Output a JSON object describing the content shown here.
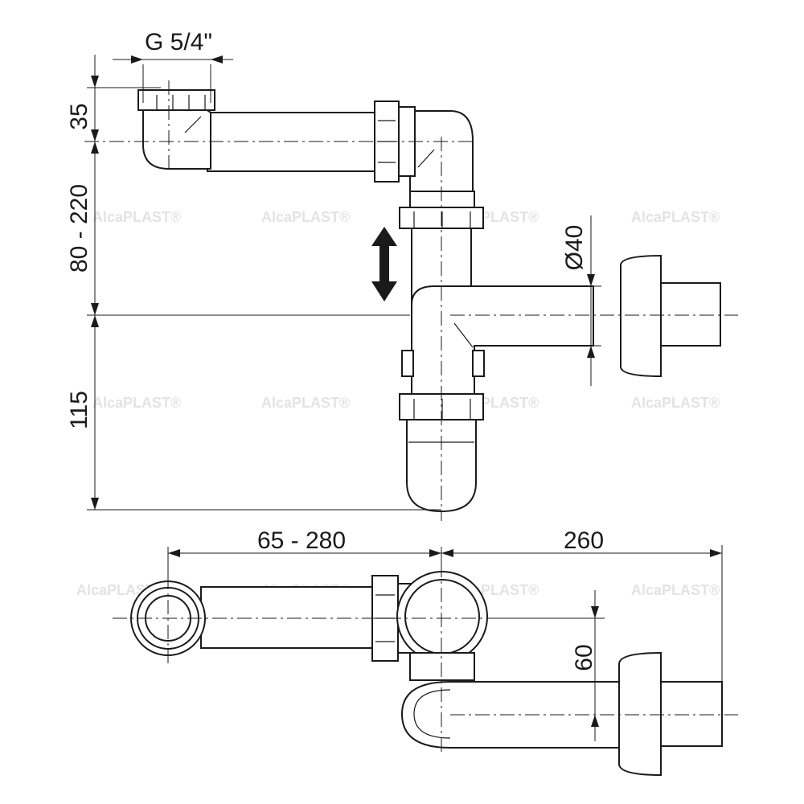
{
  "dimensions": {
    "thread": "G 5/4\"",
    "height_top": "35",
    "height_adjust": "80 - 220",
    "height_bottom": "115",
    "diameter": "Ø40",
    "length_adjust": "65 - 280",
    "length_total": "260",
    "offset": "60"
  },
  "watermark": {
    "text": "AlcaPLAST®"
  },
  "colors": {
    "line": "#1a1a1a",
    "background": "#ffffff",
    "watermark": "#e3e3e3"
  }
}
